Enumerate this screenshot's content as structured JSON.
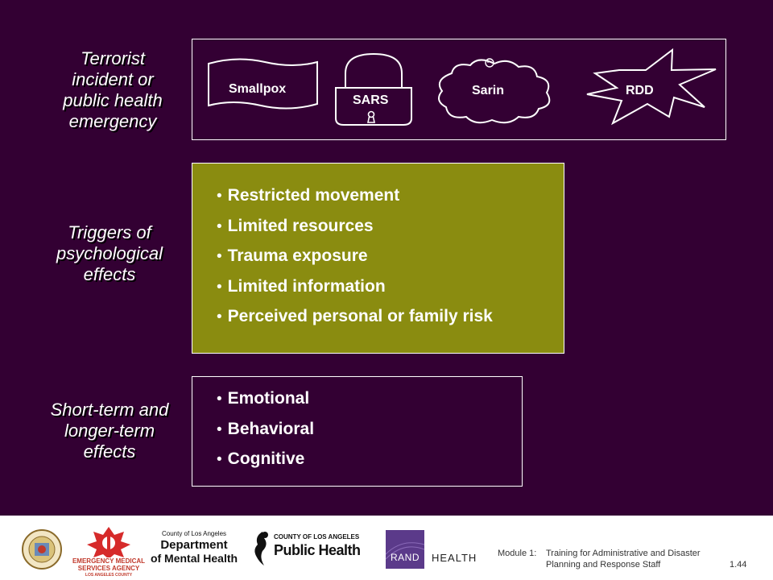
{
  "rows": [
    {
      "label_lines": [
        "Terrorist",
        "incident or",
        "public health",
        "emergency"
      ]
    },
    {
      "label_lines": [
        "Triggers of",
        "psychological",
        "effects"
      ]
    },
    {
      "label_lines": [
        "Short-term and",
        "longer-term",
        "effects"
      ]
    }
  ],
  "incidents": [
    "Smallpox",
    "SARS",
    "Sarin",
    "RDD"
  ],
  "triggers": [
    "Restricted movement",
    "Limited resources",
    "Trauma exposure",
    "Limited information",
    "Perceived personal or family risk"
  ],
  "effects": [
    "Emotional",
    "Behavioral",
    "Cognitive"
  ],
  "footer": {
    "logos": {
      "dmh_line1": "County of Los Angeles",
      "dmh_line2": "Department",
      "dmh_line3": "of Mental Health",
      "ems_line1": "EMERGENCY MEDICAL",
      "ems_line2": "SERVICES AGENCY",
      "ems_line3": "LOS ANGELES COUNTY",
      "ph_line1": "COUNTY OF LOS ANGELES",
      "ph_line2": "Public Health",
      "rand": "RAND",
      "health": "HEALTH"
    },
    "module_label": "Module 1:",
    "module_title_line1": "Training for Administrative and Disaster",
    "module_title_line2": "Planning and Response Staff",
    "slide_number": "1.44"
  },
  "colors": {
    "background": "#330033",
    "trigger_box": "#8a8c10",
    "footer": "#ffffff"
  }
}
